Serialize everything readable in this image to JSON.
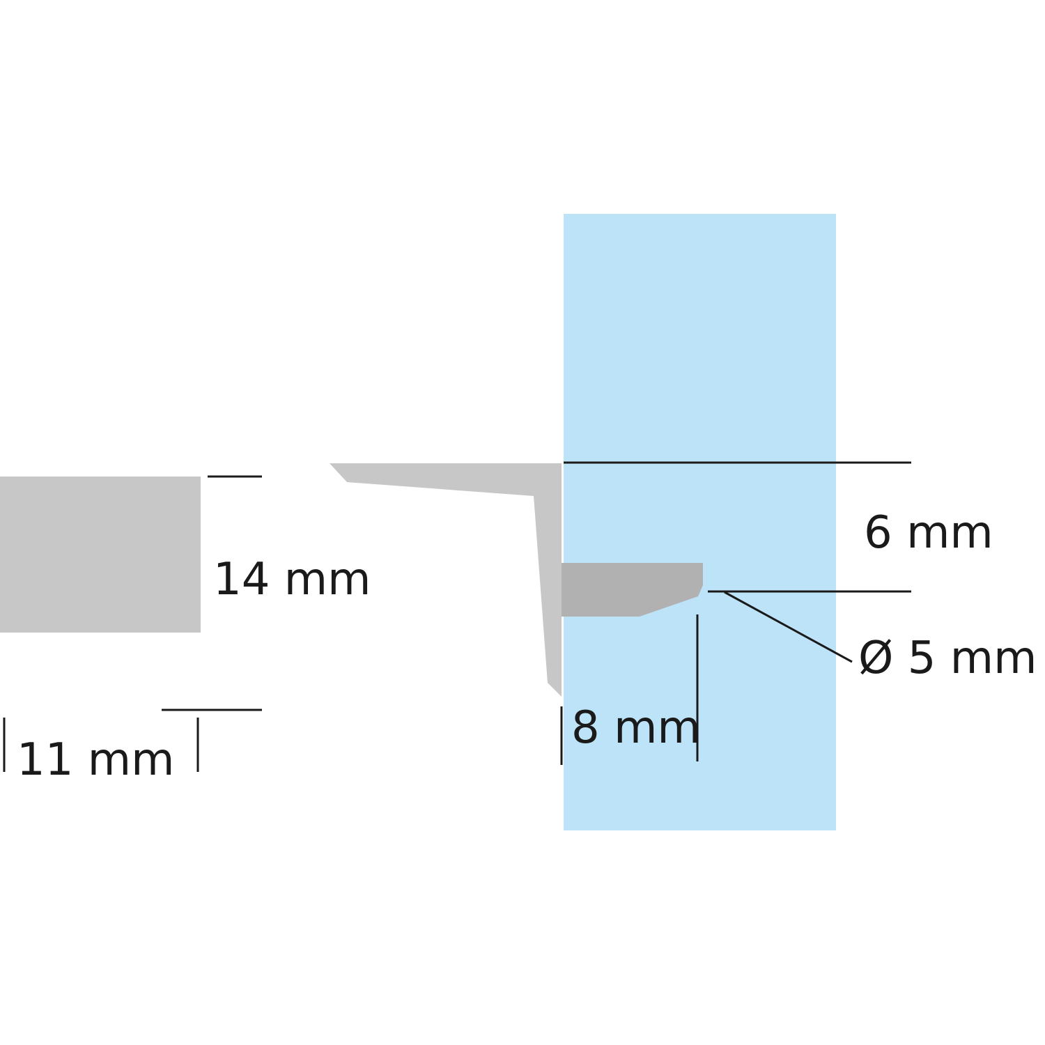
{
  "colors": {
    "background": "#ffffff",
    "wall_panel": "#bde3f8",
    "shelf_section": "#c6c7c6",
    "bracket": "#c6c7c6",
    "pin": "#b0b1b0",
    "dimension_line": "#1a1a1a"
  },
  "labels": {
    "shelf_thickness": "14 mm",
    "shelf_depth": "11 mm",
    "panel_offset": "6 mm",
    "pin_diameter": "Ø 5 mm",
    "pin_length": "8 mm"
  }
}
